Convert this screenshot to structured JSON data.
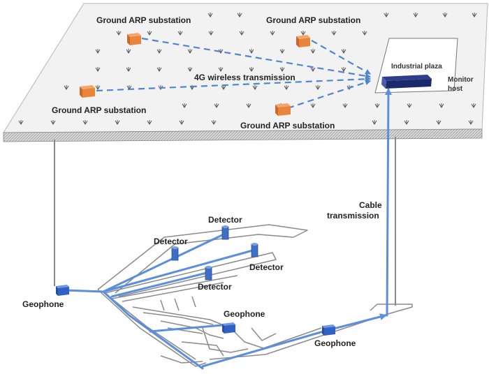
{
  "labels": {
    "substation_1": "Ground ARP substation",
    "substation_2": "Ground ARP substation",
    "substation_3": "Ground ARP substation",
    "substation_4": "Ground ARP substation",
    "wireless": "4G wireless transmission",
    "plaza": "Industrial plaza",
    "monitor_line1": "Monitor",
    "monitor_line2": "host",
    "cable_line1": "Cable",
    "cable_line2": "transmission",
    "detector_1": "Detector",
    "detector_2": "Detector",
    "detector_3": "Detector",
    "detector_4": "Detector",
    "geophone_1": "Geophone",
    "geophone_2": "Geophone",
    "geophone_3": "Geophone"
  },
  "colors": {
    "surface": "#f2f2f2",
    "surface_edge": "#9a9a9a",
    "substation": "#e8843c",
    "link": "#4f86d0",
    "cable": "#5b8fdc",
    "host": "#1b2a6b",
    "tunnel": "#8a8a8a"
  },
  "icons": {
    "substation": "orange-box-icon",
    "host": "monitor-host-icon",
    "detector": "cylinder-detector-icon",
    "geophone": "geophone-box-icon"
  }
}
